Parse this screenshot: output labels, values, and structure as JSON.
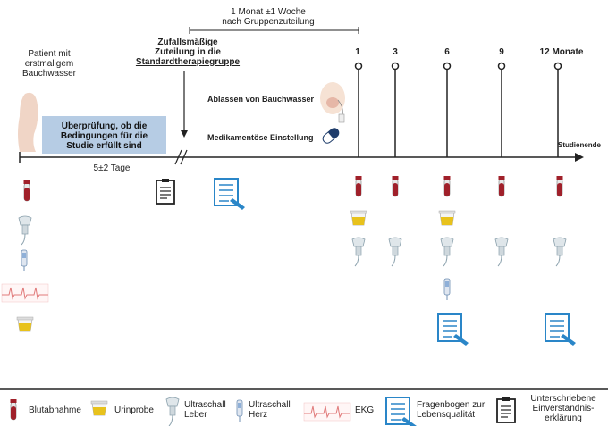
{
  "header": {
    "period_line1": "1 Monat  ±1 Woche",
    "period_line2": "nach Gruppenzuteilung"
  },
  "patient": {
    "line1": "Patient mit",
    "line2": "erstmaligem",
    "line3": "Bauchwasser"
  },
  "screening_box": {
    "line1": "Überprüfung, ob die",
    "line2": "Bedingungen für die",
    "line3": "Studie erfüllt sind"
  },
  "randomization": {
    "line1": "Zufallsmäßige",
    "line2": "Zuteilung in die",
    "line3": "Standardtherapiegruppe"
  },
  "procedures": {
    "drainage": "Ablassen von Bauchwasser",
    "medication": "Medikamentöse Einstellung"
  },
  "timeline": {
    "duration_label": "5±2 Tage",
    "end_label": "Studienende",
    "visits": [
      "1",
      "3",
      "6",
      "9",
      "12 Monate"
    ]
  },
  "legend": {
    "blood": "Blutabnahme",
    "urine": "Urinprobe",
    "us_liver_1": "Ultraschall",
    "us_liver_2": "Leber",
    "us_heart_1": "Ultraschall",
    "us_heart_2": "Herz",
    "ecg": "EKG",
    "questionnaire_1": "Fragenbogen zur",
    "questionnaire_2": "Lebensqualität",
    "consent_1": "Unterschriebene",
    "consent_2": "Einverständnis-",
    "consent_3": "erklärung"
  },
  "colors": {
    "screening_box": "#b6cce4",
    "blood_tube": "#a0202a",
    "urine": "#e8c21c",
    "questionnaire": "#2a86c8",
    "ecg": "#e07a7a"
  }
}
